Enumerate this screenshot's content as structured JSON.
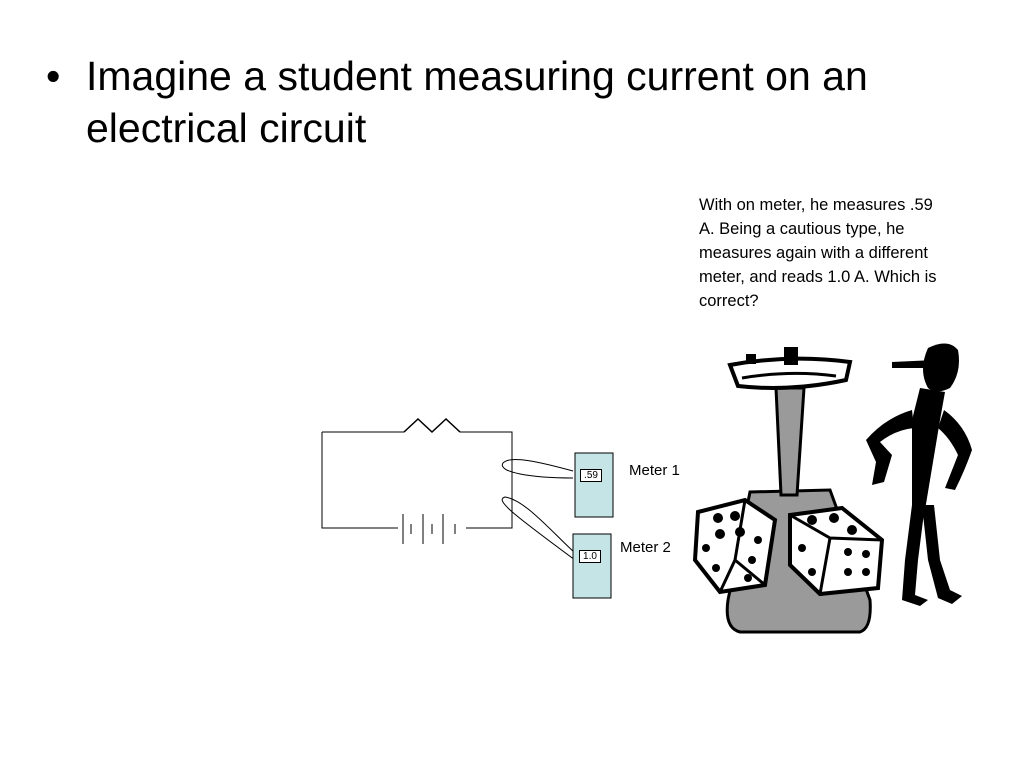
{
  "slide": {
    "bullet": "•",
    "heading": "Imagine a student measuring current on an electrical circuit",
    "caption": "With on meter, he measures .59 A.  Being a cautious type, he measures again with a different meter, and reads 1.0 A.  Which is correct?"
  },
  "meters": [
    {
      "label": "Meter 1",
      "reading": ".59"
    },
    {
      "label": "Meter 2",
      "reading": "1.0"
    }
  ],
  "colors": {
    "meter_fill": "#c5e4e6",
    "scale_gray": "#9a9a9a",
    "line": "#000000"
  }
}
